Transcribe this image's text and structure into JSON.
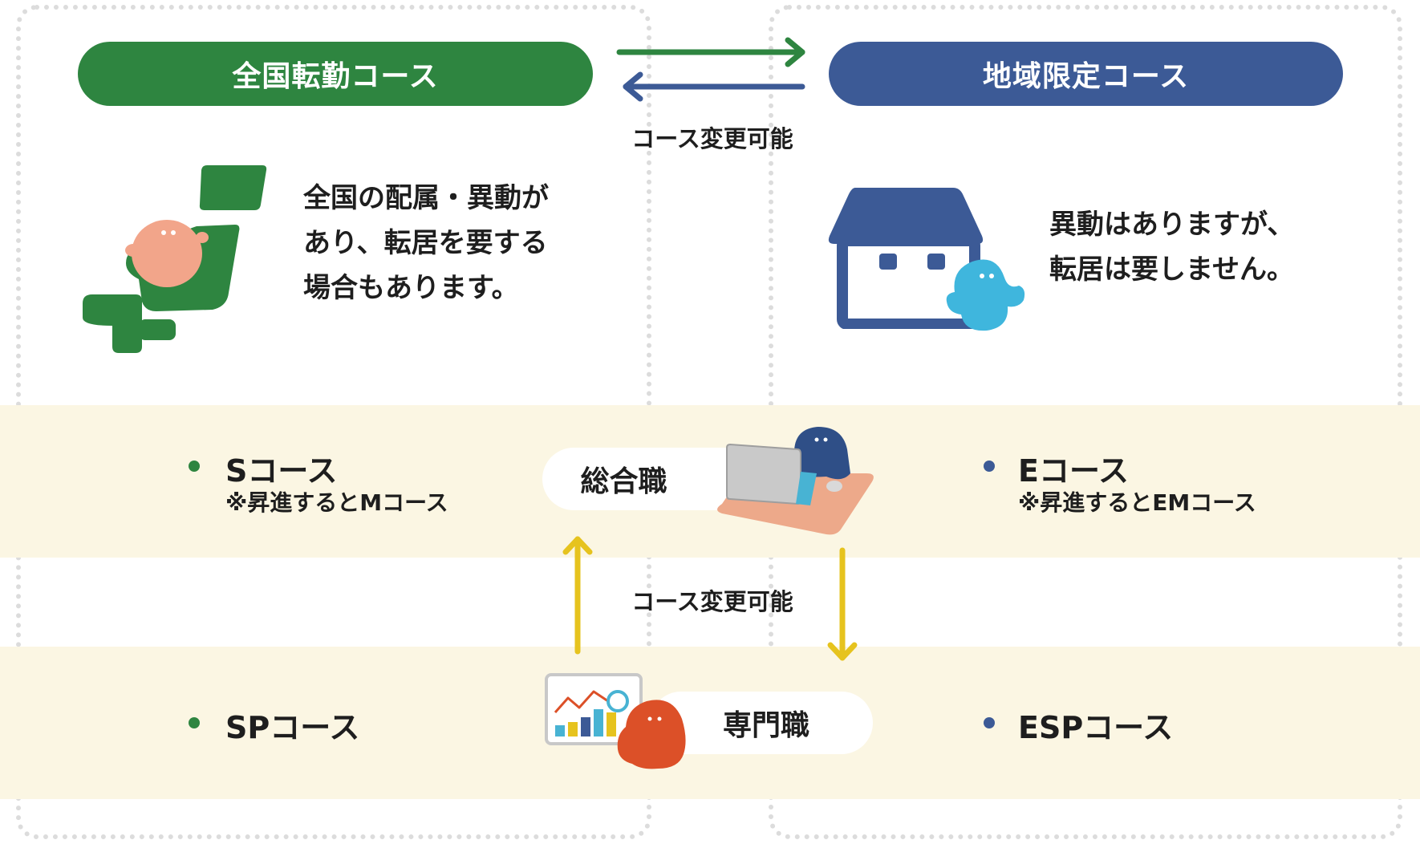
{
  "colors": {
    "green": "#2e8540",
    "navy": "#3c5a96",
    "yellow": "#e6c31e",
    "band": "#fbf6e3",
    "character_orange": "#f2a58a",
    "character_blue": "#3fb6dd",
    "character_red": "#dc5028",
    "house_blue": "#3c5a96"
  },
  "left_course": {
    "title": "全国転勤コース",
    "description": "全国の配属・異動が\nあり、転居を要する\n場合もあります。",
    "illustration": "japan-map-icon"
  },
  "right_course": {
    "title": "地域限定コース",
    "description": "異動はありますが、\n転居は要しません。",
    "illustration": "house-icon"
  },
  "top_change_label": "コース変更可能",
  "middle_change_label": "コース変更可能",
  "general_role": {
    "label": "総合職",
    "illustration": "laptop-icon",
    "left": {
      "name": "Sコース",
      "note": "※昇進するとMコース"
    },
    "right": {
      "name": "Eコース",
      "note": "※昇進するとEMコース"
    }
  },
  "specialist_role": {
    "label": "専門職",
    "illustration": "chart-board-icon",
    "left": {
      "name": "SPコース"
    },
    "right": {
      "name": "ESPコース"
    }
  }
}
